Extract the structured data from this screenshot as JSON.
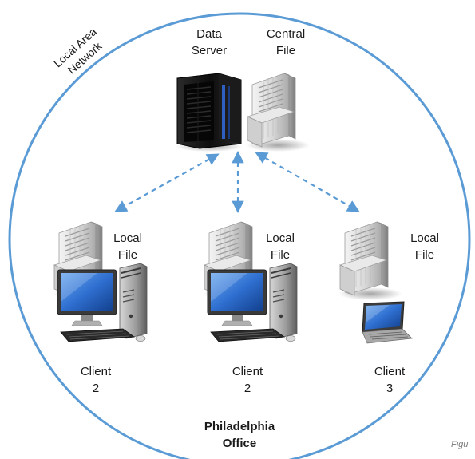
{
  "network_label": [
    "Local Area",
    "Network"
  ],
  "server_label": [
    "Data",
    "Server"
  ],
  "central_file_label": [
    "Central",
    "File"
  ],
  "nodes": [
    {
      "file_label": [
        "Local",
        "File"
      ],
      "client_label": [
        "Client",
        "2"
      ],
      "device": "desktop"
    },
    {
      "file_label": [
        "Local",
        "File"
      ],
      "client_label": [
        "Client",
        "2"
      ],
      "device": "desktop"
    },
    {
      "file_label": [
        "Local",
        "File"
      ],
      "client_label": [
        "Client",
        "3"
      ],
      "device": "laptop"
    }
  ],
  "office_label": [
    "Philadelphia",
    "Office"
  ],
  "caption": "Figu",
  "colors": {
    "circle": "#5b9bd5",
    "arrows": "#5b9bd5",
    "screen": "#2f6fd0",
    "server": "#111111"
  }
}
